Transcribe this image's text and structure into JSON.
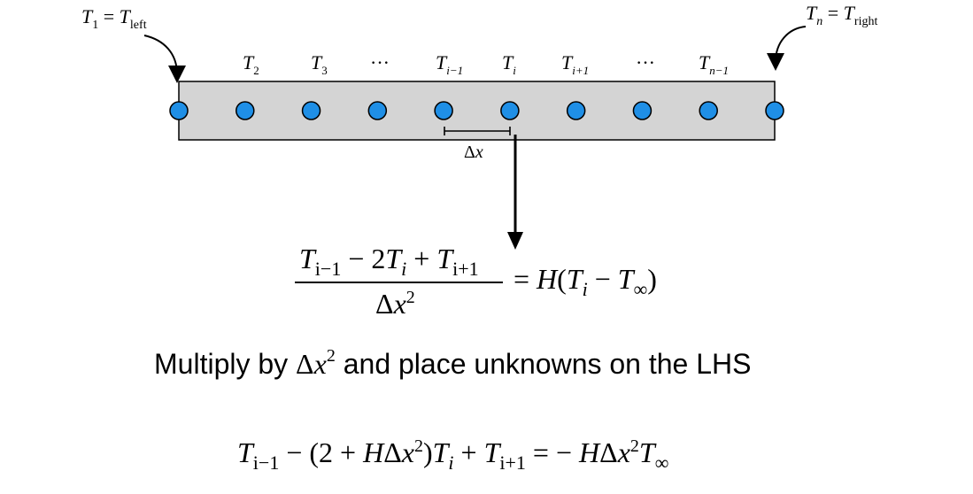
{
  "boundary": {
    "left": {
      "base": "T",
      "sub": "1",
      "eq": " = ",
      "base2": "T",
      "sub2": "left"
    },
    "right": {
      "base": "T",
      "sub": "n",
      "eq": " = ",
      "base2": "T",
      "sub2": "right"
    }
  },
  "node_labels": [
    {
      "base": "T",
      "sub": "2"
    },
    {
      "base": "T",
      "sub": "3"
    },
    {
      "base": "",
      "sub": "",
      "ellipsis": "···"
    },
    {
      "base": "T",
      "sub": "i−1"
    },
    {
      "base": "T",
      "sub": "i"
    },
    {
      "base": "T",
      "sub": "i+1"
    },
    {
      "base": "",
      "sub": "",
      "ellipsis": "···"
    },
    {
      "base": "T",
      "sub": "n−1"
    }
  ],
  "node_count": 10,
  "colors": {
    "node_fill": "#1f8fe6",
    "bar_fill": "#d4d4d4",
    "stroke": "#000000"
  },
  "dx_label": {
    "delta": "Δ",
    "var": "x"
  },
  "equation1": {
    "num": {
      "a": "T",
      "a_sub": "i−1",
      "b": " − 2",
      "c": "T",
      "c_sub": "i",
      "d": " + ",
      "e": "T",
      "e_sub": "i+1"
    },
    "den": {
      "delta": "Δ",
      "var": "x",
      "pow": "2"
    },
    "rhs": {
      "eq": "= ",
      "h": "H",
      "open": "(",
      "t": "T",
      "t_sub": "i",
      "minus": " − ",
      "t2": "T",
      "t2_sub": "∞",
      "close": ")"
    }
  },
  "instruction": {
    "before": "Multiply by ",
    "delta": "Δ",
    "var": "x",
    "pow": "2",
    "after": " and place unknowns on the LHS"
  },
  "equation2": {
    "a": "T",
    "a_sub": "i−1",
    "b": " − (2 + ",
    "h": "H",
    "delta": "Δ",
    "x": "x",
    "pow": "2",
    "close": ")",
    "c": "T",
    "c_sub": "i",
    "plus": " + ",
    "d": "T",
    "d_sub": "i+1",
    "eq": " = − ",
    "h2": "H",
    "delta2": "Δ",
    "x2": "x",
    "pow2": "2",
    "t": "T",
    "t_sub": "∞"
  }
}
